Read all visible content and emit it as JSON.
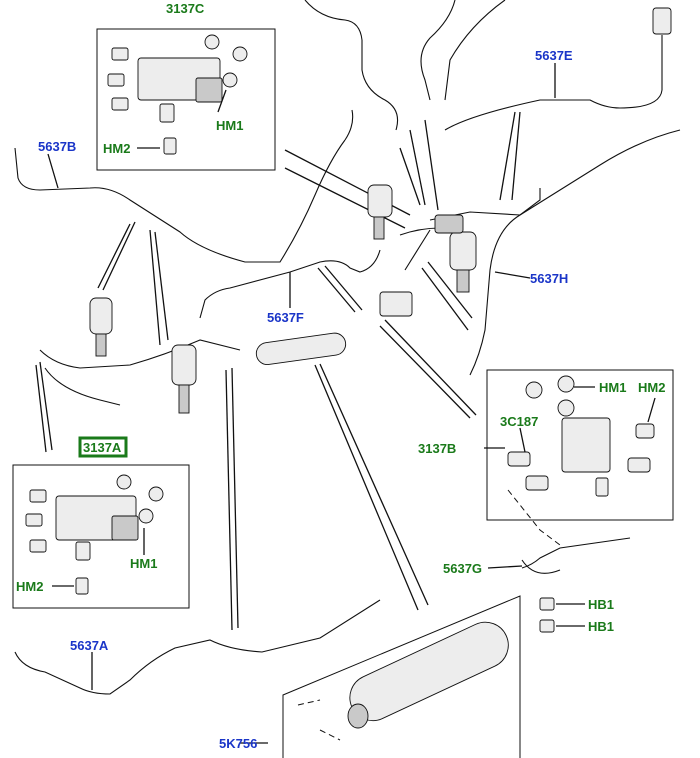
{
  "labels": {
    "c3137C": "3137C",
    "hm1_top": "HM1",
    "hm2_top": "HM2",
    "l5637B": "5637B",
    "l5637E": "5637E",
    "l5637H": "5637H",
    "l5637F": "5637F",
    "l3137A": "3137A",
    "hm1_left": "HM1",
    "hm2_left": "HM2",
    "hm1_right": "HM1",
    "hm2_right": "HM2",
    "l3C187": "3C187",
    "l3137B": "3137B",
    "l5637G": "5637G",
    "hb1_a": "HB1",
    "hb1_b": "HB1",
    "l5637A": "5637A",
    "l5K756": "5K756"
  },
  "colors": {
    "assembly_label": "#1a7a1a",
    "pipe_label": "#1a35c8",
    "selected_outline": "#1a7a1a"
  }
}
